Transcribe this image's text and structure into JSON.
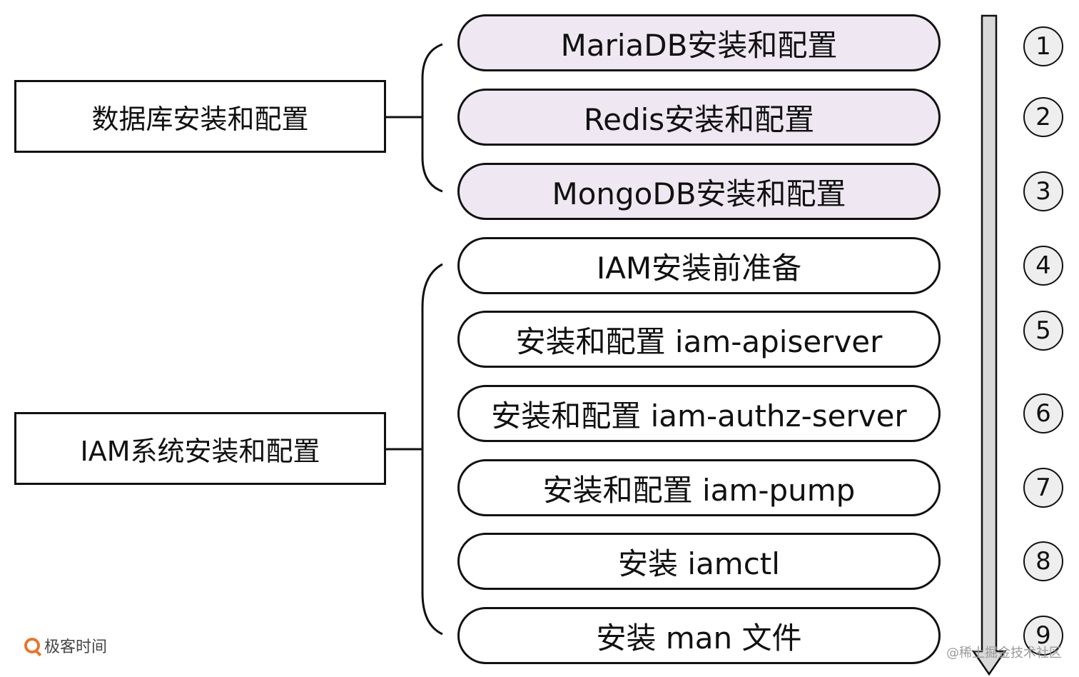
{
  "groups": [
    {
      "label": "数据库安装和配置"
    },
    {
      "label": "IAM系统安装和配置"
    }
  ],
  "steps": [
    {
      "label": "MariaDB安装和配置",
      "number": "1"
    },
    {
      "label": "Redis安装和配置",
      "number": "2"
    },
    {
      "label": "MongoDB安装和配置",
      "number": "3"
    },
    {
      "label": "IAM安装前准备",
      "number": "4"
    },
    {
      "label": "安装和配置 iam-apiserver",
      "number": "5"
    },
    {
      "label": "安装和配置 iam-authz-server",
      "number": "6"
    },
    {
      "label": "安装和配置 iam-pump",
      "number": "7"
    },
    {
      "label": "安装 iamctl",
      "number": "8"
    },
    {
      "label": "安装 man 文件",
      "number": "9"
    }
  ],
  "branding": {
    "logo_text": "极客时间",
    "credit_text": "@稀土掘金技术社区"
  },
  "colors": {
    "db_step_fill": "#efe8f2",
    "step_fill": "#ffffff",
    "number_fill": "#eeeeee",
    "arrow_fill": "#d9d9d9",
    "logo_accent": "#e5772c"
  }
}
